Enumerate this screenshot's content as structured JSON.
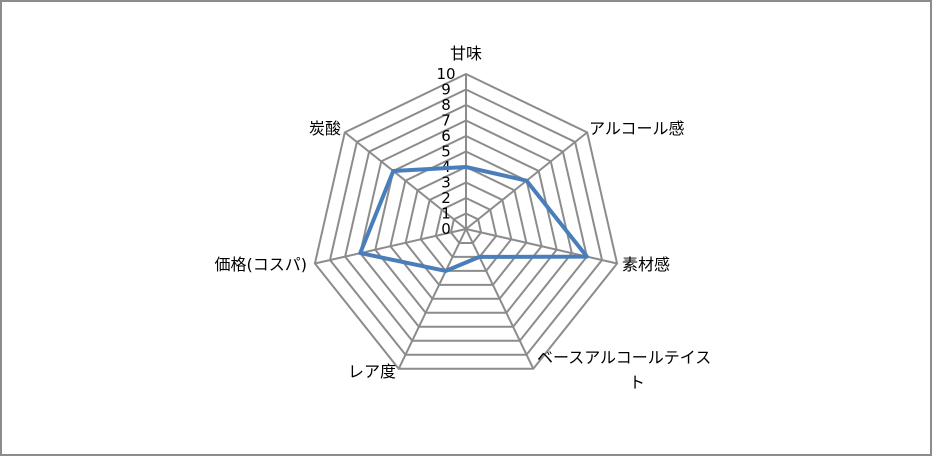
{
  "chart_data": {
    "type": "radar",
    "title": "",
    "axes": [
      "甘味",
      "アルコール感",
      "素材感",
      "ベースアルコールテイスト",
      "レア度",
      "価格(コスパ)",
      "炭酸"
    ],
    "series": [
      {
        "name": "",
        "values": [
          4,
          5,
          8,
          2,
          3,
          7,
          6
        ],
        "color": "#4a7ebb"
      }
    ],
    "rlim": [
      0,
      10
    ],
    "ticks": [
      "0",
      "1",
      "2",
      "3",
      "4",
      "5",
      "6",
      "7",
      "8",
      "9",
      "10"
    ],
    "grid": true,
    "legend": "none",
    "grid_color": "#8c8c8c"
  },
  "labels": {
    "axis_0": "甘味",
    "axis_1": "アルコール感",
    "axis_2": "素材感",
    "axis_3_line1": "ベースアルコールテイス",
    "axis_3_line2": "ト",
    "axis_4": "レア度",
    "axis_5": "価格(コスパ)",
    "axis_6": "炭酸"
  }
}
